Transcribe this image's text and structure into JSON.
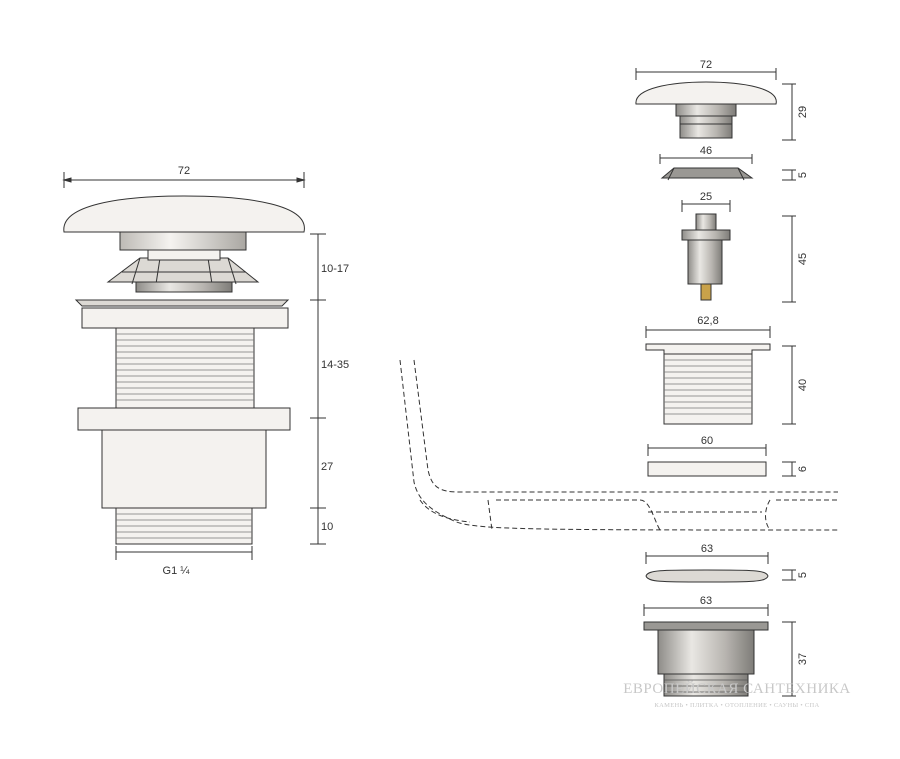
{
  "left_view": {
    "width_label": "72",
    "heights": [
      "10-17",
      "14-35",
      "27",
      "10"
    ],
    "thread_label": "G1 ¼"
  },
  "exploded_view": {
    "cap": {
      "width": "72",
      "height": "29"
    },
    "cone": {
      "width": "46",
      "height": "5"
    },
    "cartridge": {
      "width": "25",
      "height": "45"
    },
    "flange_body": {
      "width": "62,8",
      "height": "40"
    },
    "seal": {
      "width": "60",
      "height": "6"
    },
    "washer": {
      "width": "63",
      "height": "5"
    },
    "nut": {
      "width": "63",
      "height": "37"
    }
  },
  "watermark": {
    "title": "ЕВРОПЕЙСКАЯ САНТЕХНИКА",
    "subtitle": "КАМЕНЬ • ПЛИТКА • ОТОПЛЕНИЕ • САУНЫ • СПА"
  },
  "colors": {
    "line": "#333333",
    "fill_light": "#f4f2ef",
    "fill_mid": "#dcd9d4",
    "fill_dark": "#9a9894"
  }
}
